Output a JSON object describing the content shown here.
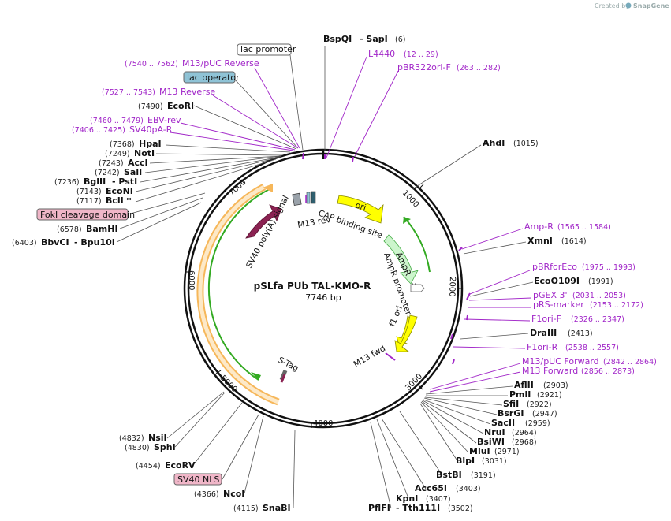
{
  "watermark": {
    "prefix": "Created by",
    "brand": "SnapGene"
  },
  "plasmid": {
    "name": "pSLfa PUb TAL-KMO-R",
    "length": "7746 bp"
  },
  "ticks": [
    "1000",
    "2000",
    "3000",
    "4000",
    "5000",
    "6000",
    "7000"
  ],
  "features": {
    "ori": "ori",
    "ampr": "AmpR",
    "ampr_promoter": "AmpR promoter",
    "f1_ori": "f1 ori",
    "m13_fwd": "M13 fwd",
    "s_tag": "S-Tag",
    "sv40_polya": "SV40 poly(A) signal",
    "m13_rev": "M13 rev",
    "cap_binding": "CAP binding site"
  },
  "boxed_labels": {
    "lac_promoter": "lac promoter",
    "lac_operator": "lac operator",
    "foki": "FokI cleavage domain",
    "sv40_nls": "SV40 NLS"
  },
  "colors": {
    "ori": "#ffff00",
    "ampr": "#ccf5cc",
    "green_arc": "#33aa22",
    "orange": "#f6b75a",
    "sv40": "#8b2252",
    "primer": "#a126c8",
    "lac_operator": "#8fc3d6",
    "pink": "#f0b6c8"
  },
  "sites": {
    "bspqi": "BspQI",
    "sapi": "- SapI",
    "bspqi_pos": "(6)",
    "ahdi": "AhdI",
    "ahdi_pos": "(1015)",
    "xmni": "XmnI",
    "xmni_pos": "(1614)",
    "ecoo109i": "EcoO109I",
    "ecoo109i_pos": "(1991)",
    "draiii": "DraIII",
    "draiii_pos": "(2413)",
    "aflii": "AflII",
    "aflii_pos": "(2903)",
    "pmli": "PmlI",
    "pmli_pos": "(2921)",
    "sfii": "SfiI",
    "sfii_pos": "(2922)",
    "bsrgi": "BsrGI",
    "bsrgi_pos": "(2947)",
    "sacii": "SacII",
    "sacii_pos": "(2959)",
    "nrui": "NruI",
    "nrui_pos": "(2964)",
    "bsiwi": "BsiWI",
    "bsiwi_pos": "(2968)",
    "mlui": "MluI",
    "mlui_pos": "(2971)",
    "blpi": "BlpI",
    "blpi_pos": "(3031)",
    "bstbi": "BstBI",
    "bstbi_pos": "(3191)",
    "acc65i": "Acc65I",
    "acc65i_pos": "(3403)",
    "kpni": "KpnI",
    "kpni_pos": "(3407)",
    "pflfi": "PflFI",
    "tth111i": "- Tth111I",
    "pflfi_pos": "(3502)",
    "snabi": "SnaBI",
    "snabi_pos": "(4115)",
    "ncoi": "NcoI",
    "ncoi_pos": "(4366)",
    "ecorv": "EcoRV",
    "ecorv_pos": "(4454)",
    "sphi": "SphI",
    "sphi_pos": "(4830)",
    "nsii": "NsiI",
    "nsii_pos": "(4832)",
    "bbvci": "BbvCI",
    "bpu10i": "- Bpu10I",
    "bbvci_pos": "(6403)",
    "bamhi": "BamHI",
    "bamhi_pos": "(6578)",
    "bcli": "BclI *",
    "bcli_pos": "(7117)",
    "econi": "EcoNI",
    "econi_pos": "(7143)",
    "bglii": "BglII",
    "psti": "- PstI",
    "bglii_pos": "(7236)",
    "sali": "SalI",
    "sali_pos": "(7242)",
    "acci": "AccI",
    "acci_pos": "(7243)",
    "noti": "NotI",
    "noti_pos": "(7249)",
    "hpai": "HpaI",
    "hpai_pos": "(7368)",
    "ecori": "EcoRI",
    "ecori_pos": "(7490)"
  },
  "primers": {
    "l4440": "L4440",
    "l4440_pos": "(12 .. 29)",
    "pbr322ori": "pBR322ori-F",
    "pbr322ori_pos": "(263 .. 282)",
    "ampr_p": "Amp-R",
    "ampr_p_pos": "(1565 .. 1584)",
    "pbrforeco": "pBRforEco",
    "pbrforeco_pos": "(1975 .. 1993)",
    "pgex3": "pGEX 3'",
    "pgex3_pos": "(2031 .. 2053)",
    "prsmarker": "pRS-marker",
    "prsmarker_pos": "(2153 .. 2172)",
    "f1orif": "F1ori-F",
    "f1orif_pos": "(2326 .. 2347)",
    "f1orir": "F1ori-R",
    "f1orir_pos": "(2538 .. 2557)",
    "m13pucfwd": "M13/pUC Forward",
    "m13pucfwd_pos": "(2842 .. 2864)",
    "m13fwd": "M13 Forward",
    "m13fwd_pos": "(2856 .. 2873)",
    "m13pucrev": "M13/pUC Reverse",
    "m13pucrev_pos": "(7540 .. 7562)",
    "m13rev": "M13 Reverse",
    "m13rev_pos": "(7527 .. 7543)",
    "ebvrev": "EBV-rev",
    "ebvrev_pos": "(7460 .. 7479)",
    "sv40pa": "SV40pA-R",
    "sv40pa_pos": "(7406 .. 7425)"
  }
}
